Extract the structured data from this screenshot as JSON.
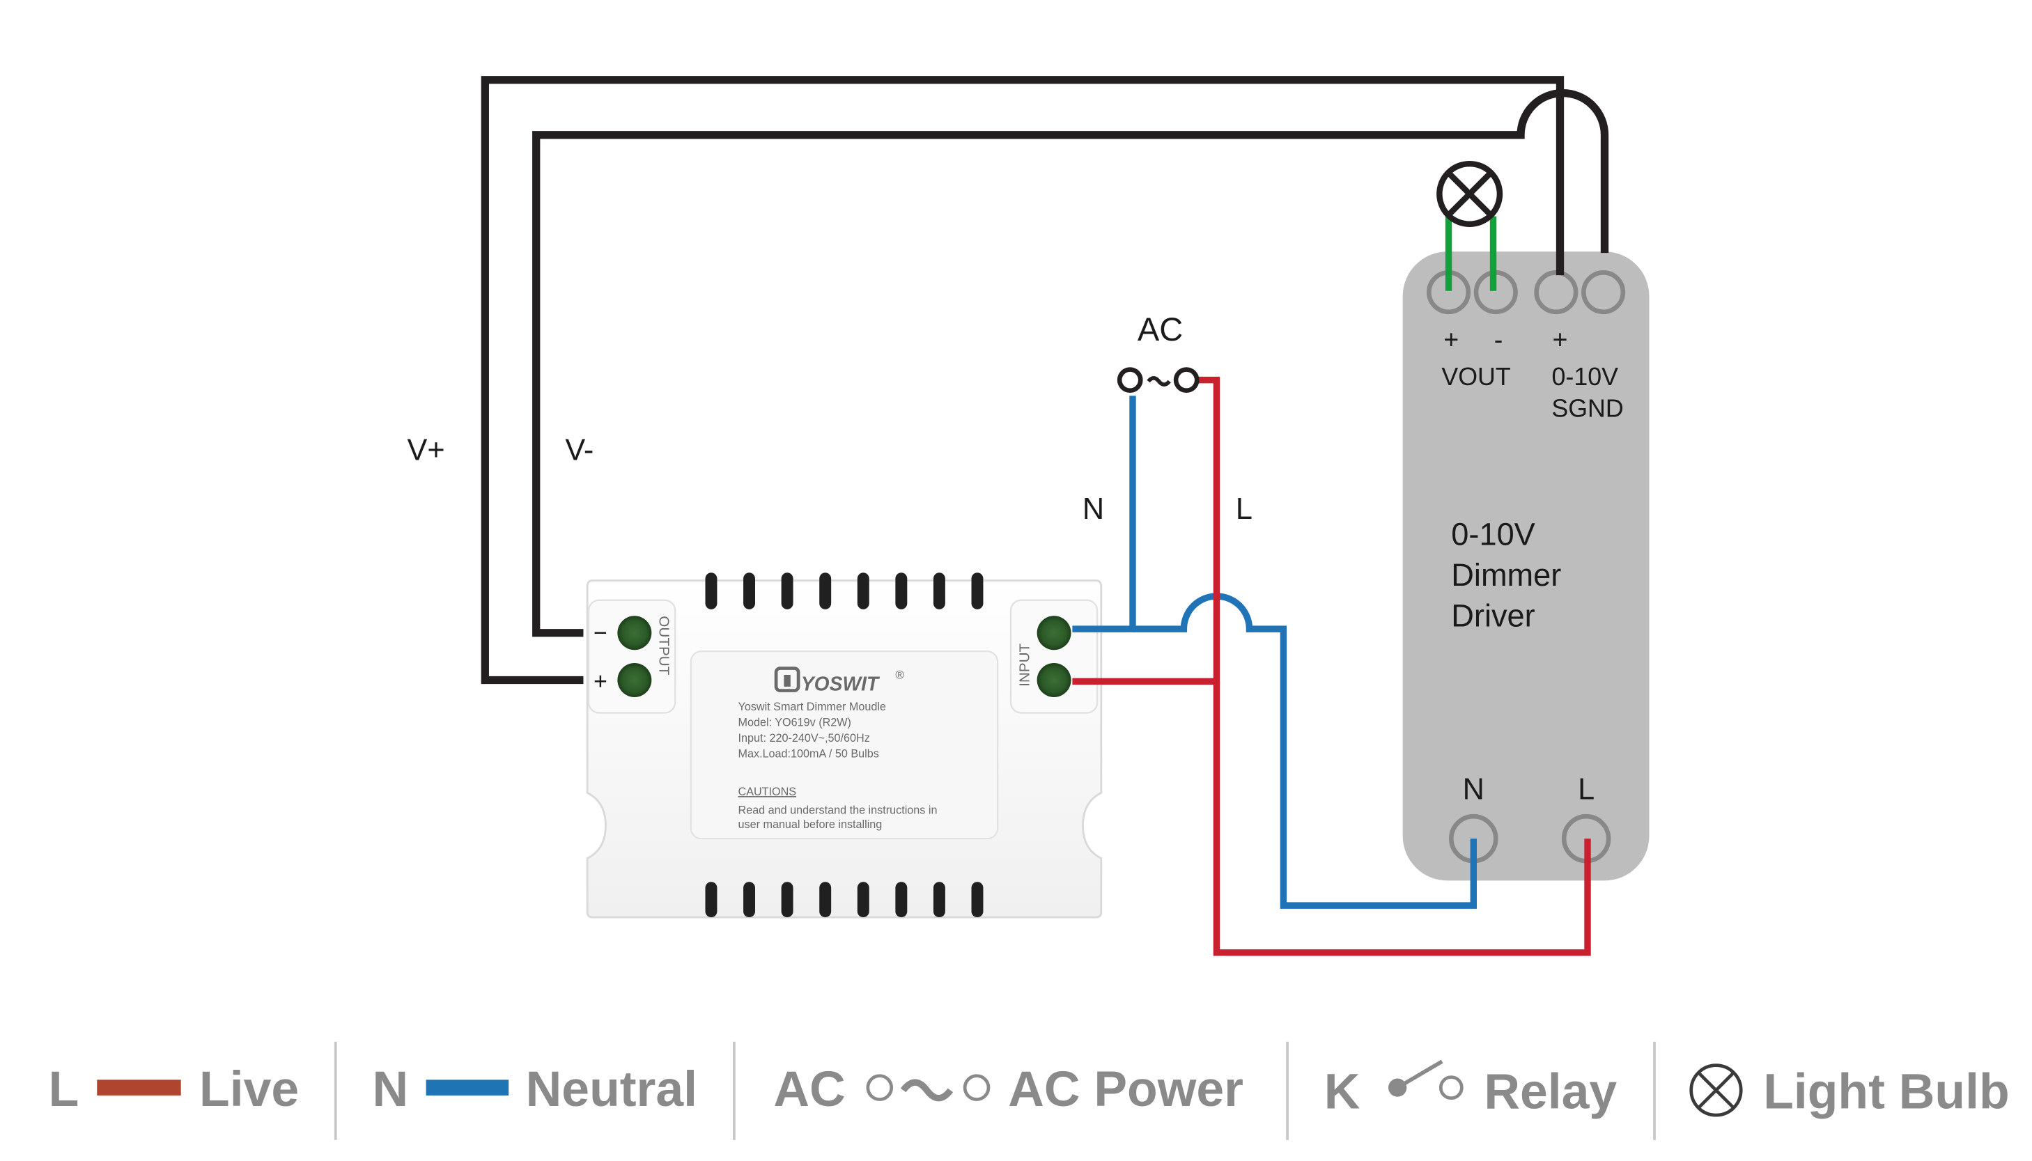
{
  "labels": {
    "v_plus": "V+",
    "v_minus": "V-",
    "ac": "AC",
    "n_wire": "N",
    "l_wire": "L",
    "vout_plus": "+",
    "vout_minus": "-",
    "vout": "VOUT",
    "ctl_plus": "+",
    "ctl_range": "0-10V",
    "ctl_sgnd": "SGND",
    "driver_line1": "0-10V",
    "driver_line2": "Dimmer",
    "driver_line3": "Driver",
    "driver_n": "N",
    "driver_l": "L"
  },
  "module": {
    "brand": "YOSWIT",
    "registered": "®",
    "output_label": "OUTPUT",
    "input_label": "INPUT",
    "out_minus": "−",
    "out_plus": "+",
    "line1": "Yoswit Smart Dimmer Moudle",
    "line2": "Model: YO619v (R2W)",
    "line3": "Input: 220-240V~,50/60Hz",
    "line4": "Max.Load:100mA / 50 Bulbs",
    "cautions": "CAUTIONS",
    "caution1": "Read and understand the instructions in",
    "caution2": "user manual before installing"
  },
  "legend": [
    {
      "key": "L",
      "name": "Live",
      "symbol": "line-icon",
      "color": "#b0452f"
    },
    {
      "key": "N",
      "name": "Neutral",
      "symbol": "line-icon",
      "color": "#1f74b3"
    },
    {
      "key": "AC",
      "name": "AC Power",
      "symbol": "ac-source-icon"
    },
    {
      "key": "K",
      "name": "Relay",
      "symbol": "relay-switch-icon"
    },
    {
      "key": "",
      "name": "Light Bulb",
      "symbol": "light-bulb-icon"
    }
  ],
  "colors": {
    "live": "#c8202f",
    "neutral": "#1f74b8",
    "dc_wire": "#231f20",
    "bulb_lead": "#13a03c",
    "driver_body": "#bdbdbd",
    "legend_text": "#8a8a8a"
  }
}
